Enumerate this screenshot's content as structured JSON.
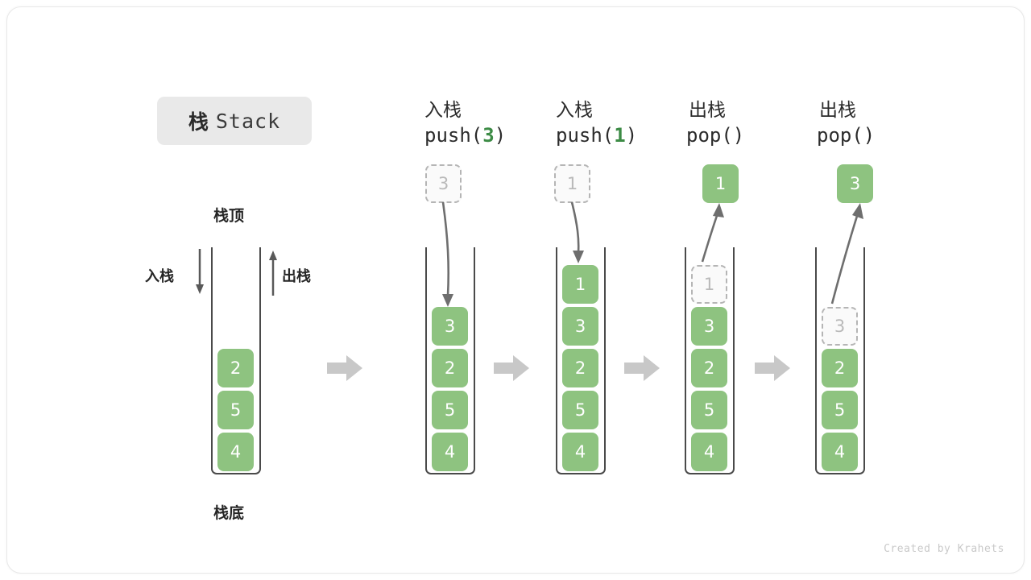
{
  "title": {
    "cn": "栈",
    "en": "Stack"
  },
  "labels": {
    "top": "栈顶",
    "bottom": "栈底",
    "push": "入栈",
    "pop": "出栈"
  },
  "credit": "Created by Krahets",
  "colors": {
    "cell_fill": "#8ec380",
    "cell_text": "#ffffff",
    "ghost_fill": "#fafafa",
    "ghost_border": "#b5b5b5",
    "ghost_text": "#b9b9b9",
    "container_line": "#4a4a4a",
    "step_arrow": "#c8c8c8",
    "accent_green": "#3c8b45",
    "badge_bg": "#e9e9e9"
  },
  "stages": [
    {
      "id": "initial",
      "header_cn": "",
      "header_code": "",
      "code_arg": "",
      "cells": [
        {
          "value": "2",
          "state": "filled"
        },
        {
          "value": "5",
          "state": "filled"
        },
        {
          "value": "4",
          "state": "filled"
        }
      ],
      "floating_cell": null,
      "annotations": {
        "top": "栈顶",
        "bottom": "栈底",
        "left": "入栈",
        "right": "出栈"
      }
    },
    {
      "id": "push-3",
      "header_cn": "入栈",
      "header_code": "push(3)",
      "code_prefix": "push(",
      "code_arg": "3",
      "code_suffix": ")",
      "cells": [
        {
          "value": "3",
          "state": "filled"
        },
        {
          "value": "2",
          "state": "filled"
        },
        {
          "value": "5",
          "state": "filled"
        },
        {
          "value": "4",
          "state": "filled"
        }
      ],
      "floating_cell": {
        "value": "3",
        "state": "ghost",
        "direction": "in"
      }
    },
    {
      "id": "push-1",
      "header_cn": "入栈",
      "header_code": "push(1)",
      "code_prefix": "push(",
      "code_arg": "1",
      "code_suffix": ")",
      "cells": [
        {
          "value": "1",
          "state": "filled"
        },
        {
          "value": "3",
          "state": "filled"
        },
        {
          "value": "2",
          "state": "filled"
        },
        {
          "value": "5",
          "state": "filled"
        },
        {
          "value": "4",
          "state": "filled"
        }
      ],
      "floating_cell": {
        "value": "1",
        "state": "ghost",
        "direction": "in"
      }
    },
    {
      "id": "pop-1",
      "header_cn": "出栈",
      "header_code": "pop()",
      "code_prefix": "pop(",
      "code_arg": "",
      "code_suffix": ")",
      "cells": [
        {
          "value": "1",
          "state": "ghost"
        },
        {
          "value": "3",
          "state": "filled"
        },
        {
          "value": "2",
          "state": "filled"
        },
        {
          "value": "5",
          "state": "filled"
        },
        {
          "value": "4",
          "state": "filled"
        }
      ],
      "floating_cell": {
        "value": "1",
        "state": "filled",
        "direction": "out"
      }
    },
    {
      "id": "pop-3",
      "header_cn": "出栈",
      "header_code": "pop()",
      "code_prefix": "pop(",
      "code_arg": "",
      "code_suffix": ")",
      "cells": [
        {
          "value": "3",
          "state": "ghost"
        },
        {
          "value": "2",
          "state": "filled"
        },
        {
          "value": "5",
          "state": "filled"
        },
        {
          "value": "4",
          "state": "filled"
        }
      ],
      "floating_cell": {
        "value": "3",
        "state": "filled",
        "direction": "out"
      }
    }
  ]
}
